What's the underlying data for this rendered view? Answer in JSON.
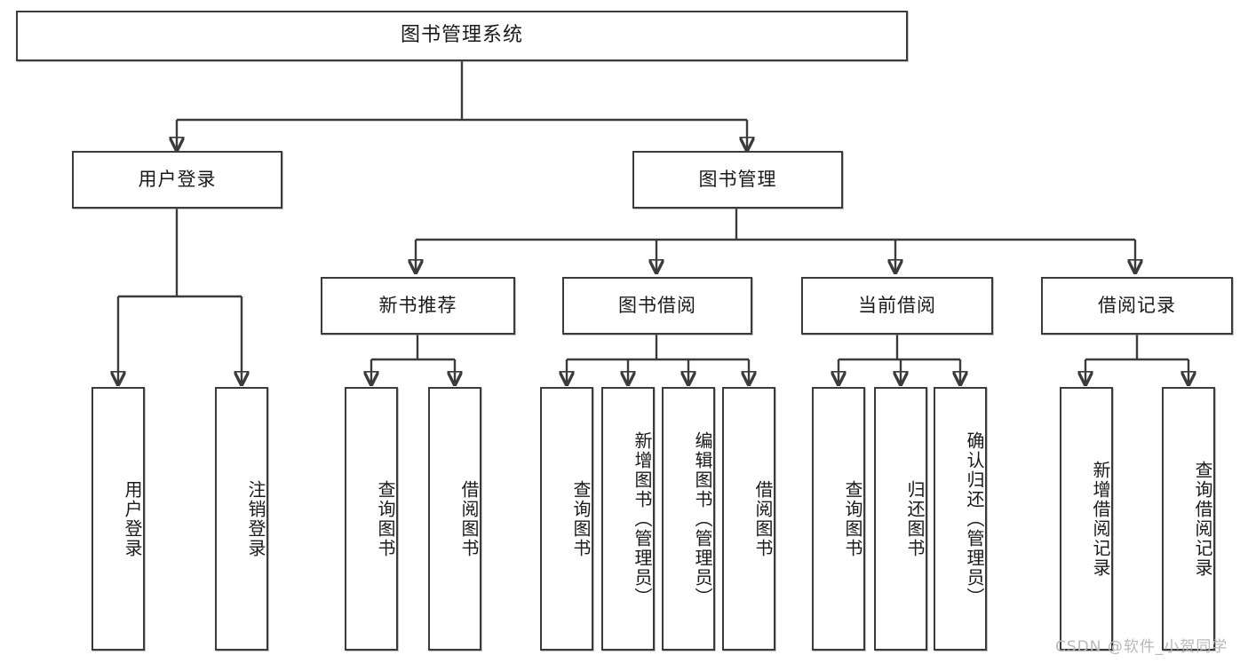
{
  "diagram": {
    "type": "tree",
    "title": "图书管理系统",
    "root": {
      "label": "图书管理系统"
    },
    "level2": [
      {
        "label": "用户登录"
      },
      {
        "label": "图书管理"
      }
    ],
    "level3": [
      {
        "label": "新书推荐"
      },
      {
        "label": "图书借阅"
      },
      {
        "label": "当前借阅"
      },
      {
        "label": "借阅记录"
      }
    ],
    "leaves": {
      "user_login": [
        {
          "label": "用户登录"
        },
        {
          "label": "注销登录"
        }
      ],
      "new_book_recommend": [
        {
          "label": "查询图书"
        },
        {
          "label": "借阅图书"
        }
      ],
      "book_borrow": [
        {
          "label": "查询图书"
        },
        {
          "label": "新增图书（管理员）"
        },
        {
          "label": "编辑图书（管理员）"
        },
        {
          "label": "借阅图书"
        }
      ],
      "current_borrow": [
        {
          "label": "查询图书"
        },
        {
          "label": "归还图书"
        },
        {
          "label": "确认归还（管理员）"
        }
      ],
      "borrow_record": [
        {
          "label": "新增借阅记录"
        },
        {
          "label": "查询借阅记录"
        }
      ]
    }
  },
  "watermark": {
    "text": "CSDN @软件_小贺同学"
  },
  "colors": {
    "stroke": "#3b3b3b",
    "background": "#ffffff",
    "text": "#1a1a1a",
    "watermark": "#b9b9b9"
  }
}
